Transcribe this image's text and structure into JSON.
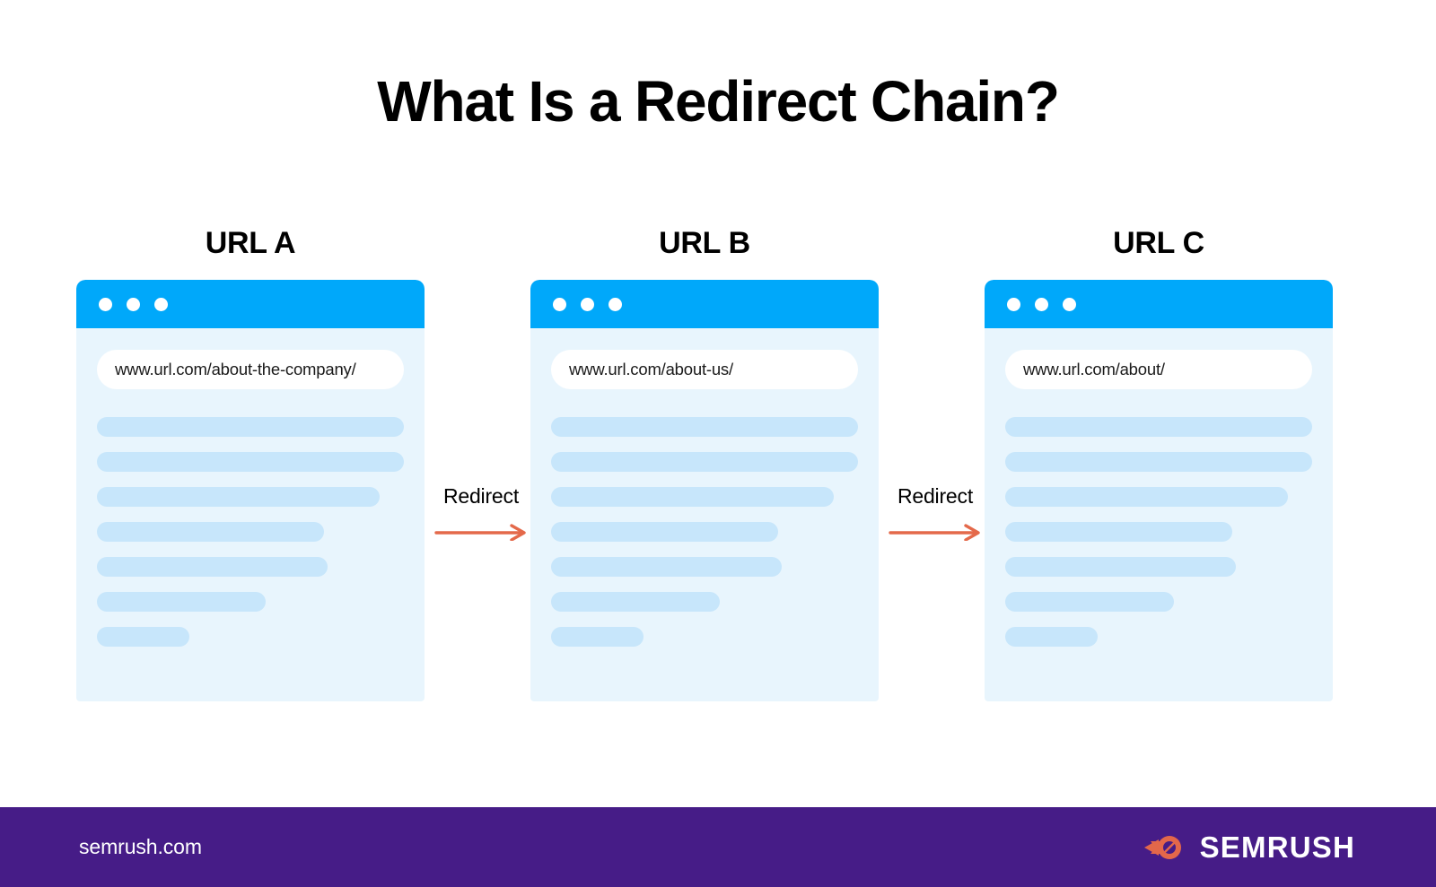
{
  "page": {
    "title": "What Is a Redirect Chain?",
    "background_color": "#ffffff"
  },
  "theme": {
    "browser_chrome_blue": "#00a8fa",
    "browser_body_blue": "#e8f5fd",
    "skeleton_blue": "#c7e6fb",
    "arrow_orange": "#e4694a",
    "footer_purple": "#461c87",
    "brand_orange": "#e3674a",
    "text_black": "#000000",
    "text_white": "#ffffff"
  },
  "diagram": {
    "type": "redirect-chain",
    "nodes": [
      {
        "id": "url-a",
        "label": "URL A",
        "url": "www.url.com/about-the-company/",
        "window_dots": 3,
        "skeleton_widths": [
          "100%",
          "100%",
          "92%",
          "74%",
          "75%",
          "55%",
          "30%"
        ]
      },
      {
        "id": "url-b",
        "label": "URL B",
        "url": "www.url.com/about-us/",
        "window_dots": 3,
        "skeleton_widths": [
          "100%",
          "100%",
          "92%",
          "74%",
          "75%",
          "55%",
          "30%"
        ]
      },
      {
        "id": "url-c",
        "label": "URL C",
        "url": "www.url.com/about/",
        "window_dots": 3,
        "skeleton_widths": [
          "100%",
          "100%",
          "92%",
          "74%",
          "75%",
          "55%",
          "30%"
        ]
      }
    ],
    "connectors": [
      {
        "id": "redirect-a-to-b",
        "label": "Redirect",
        "from": "url-a",
        "to": "url-b"
      },
      {
        "id": "redirect-b-to-c",
        "label": "Redirect",
        "from": "url-b",
        "to": "url-c"
      }
    ]
  },
  "footer": {
    "site": "semrush.com",
    "brand_name": "SEMRUSH",
    "brand_icon": "semrush-comet-icon"
  }
}
